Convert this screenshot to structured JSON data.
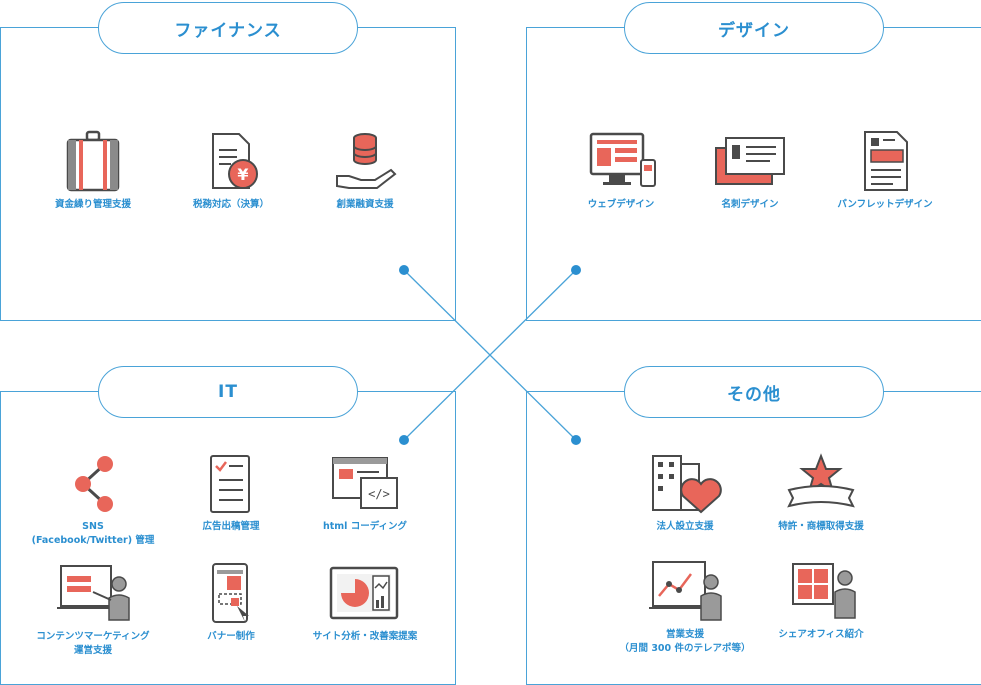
{
  "sections": {
    "finance": {
      "title": "ファイナンス",
      "items": [
        "資金繰り管理支援",
        "税務対応（決算）",
        "創業融資支援"
      ],
      "icons": [
        "briefcase-icon",
        "tax-document-icon",
        "coins-hand-icon"
      ]
    },
    "design": {
      "title": "デザイン",
      "items": [
        "ウェブデザイン",
        "名刺デザイン",
        "パンフレットデザイン"
      ],
      "icons": [
        "web-devices-icon",
        "business-card-icon",
        "pamphlet-icon"
      ]
    },
    "it": {
      "title": "IT",
      "items": [
        "SNS\n(Facebook/Twitter) 管理",
        "広告出稿管理",
        "html コーディング",
        "コンテンツマーケティング\n運営支援",
        "バナー制作",
        "サイト分析・改善案提案"
      ],
      "icons": [
        "share-network-icon",
        "checklist-icon",
        "code-window-icon",
        "presenter-screen-icon",
        "mobile-banner-icon",
        "analytics-monitor-icon"
      ]
    },
    "other": {
      "title": "その他",
      "items": [
        "法人設立支援",
        "特許・商標取得支援",
        "営業支援\n（月間 300 件のテレアポ等）",
        "シェアオフィス紹介"
      ],
      "icons": [
        "building-heart-icon",
        "star-ribbon-icon",
        "sales-chart-presenter-icon",
        "office-window-person-icon"
      ]
    }
  },
  "colors": {
    "accent": "#2b8fd0",
    "line": "#4aa3d8",
    "icon_red": "#e8665a",
    "icon_dark": "#4a4a4a"
  }
}
